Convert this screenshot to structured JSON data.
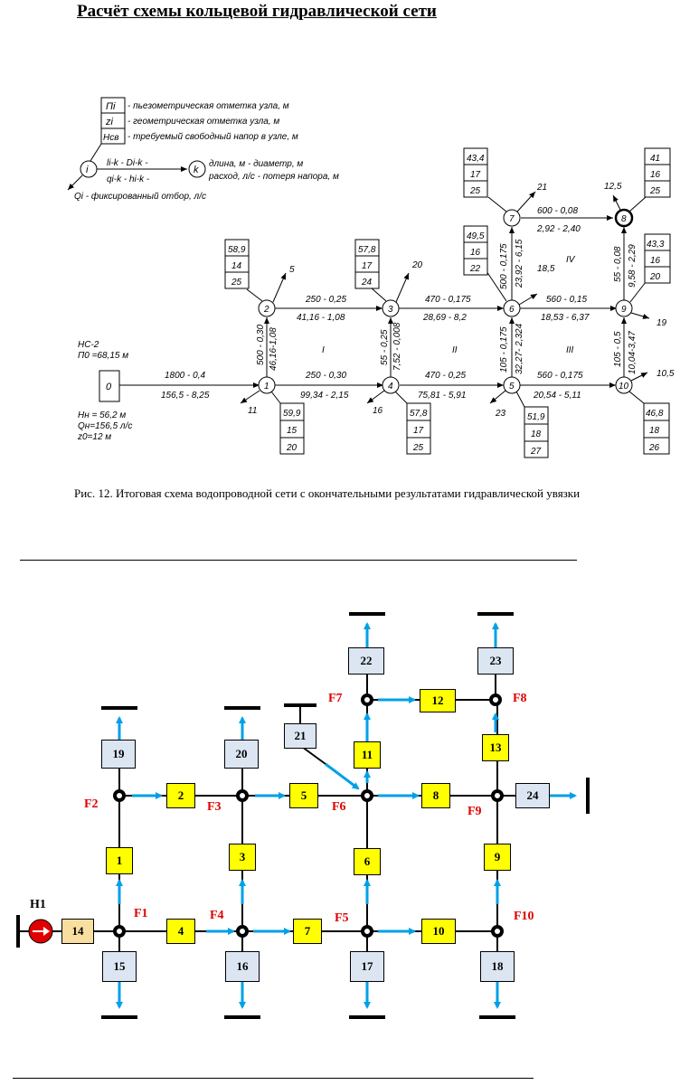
{
  "title": "Расчёт схемы кольцевой гидравлической  сети",
  "caption": "Рис. 12. Итоговая схема водопроводной сети с окончательными результатами гидравлической увязки",
  "legend": {
    "rows": [
      {
        "sym": "Пi",
        "text": "- пьезометрическая отметка узла, м"
      },
      {
        "sym": "zi",
        "text": "- геометрическая отметка узла, м"
      },
      {
        "sym": "Нсв",
        "text": "- требуемый свободный напор в узле, м"
      }
    ],
    "node_i": "i",
    "node_k": "k",
    "edge_top": "li-k - Di-k -",
    "edge_bottom": "qi-k - hi-k -",
    "desc_top": "длина, м - диаметр, м",
    "desc_bottom": "расход, л/с - потеря напора, м",
    "q_label": "Qi - фиксированный отбор, л/с"
  },
  "pump": {
    "name": "НС-2",
    "p0": "П0 =68,15 м",
    "node": "0",
    "hn": "Нн = 56,2 м",
    "qn": "Qн=156,5 л/с",
    "z0": "z0=12 м"
  },
  "nodes": [
    {
      "id": "1",
      "box": [
        "59,9",
        "15",
        "20"
      ],
      "draw": "11"
    },
    {
      "id": "2",
      "box": [
        "58,9",
        "14",
        "25"
      ],
      "draw": "5"
    },
    {
      "id": "3",
      "box": [
        "57,8",
        "17",
        "24"
      ],
      "draw": "20"
    },
    {
      "id": "4",
      "box": [
        "57,8",
        "17",
        "25"
      ],
      "draw": "16"
    },
    {
      "id": "5",
      "box": [
        "51,9",
        "18",
        "27"
      ],
      "draw": "23"
    },
    {
      "id": "6",
      "box": [
        "49,5",
        "16",
        "22"
      ],
      "draw": "18,5"
    },
    {
      "id": "7",
      "box": [
        "43,4",
        "17",
        "25"
      ],
      "draw": "21"
    },
    {
      "id": "8",
      "box": [
        "41",
        "16",
        "25"
      ],
      "draw": "12,5"
    },
    {
      "id": "9",
      "box": [
        "43,3",
        "16",
        "20"
      ],
      "draw": "19"
    },
    {
      "id": "10",
      "box": [
        "46,8",
        "18",
        "26"
      ],
      "draw": "10,5"
    }
  ],
  "pipes": {
    "p01_top": "1800 - 0,4",
    "p01_bot": "156,5 - 8,25",
    "p23_top": "250 - 0,25",
    "p23_bot": "41,16 - 1,08",
    "p14_top": "250 - 0,30",
    "p14_bot": "99,34 - 2,15",
    "p36_top": "470 - 0,175",
    "p36_bot": "28,69 - 8,2",
    "p45_top": "470 - 0,25",
    "p45_bot": "75,81 - 5,91",
    "p69_top": "560 - 0,15",
    "p69_bot": "18,53 - 6,37",
    "p510_top": "560 - 0,175",
    "p510_bot": "20,54 - 5,11",
    "p78_top": "600 - 0,08",
    "p78_bot": "2,92 - 2,40",
    "p12_a": "500 - 0,30",
    "p12_b": "46,16-1,08",
    "p34_a": "55 - 0,25",
    "p34_b": "7,52 - 0,008",
    "p56_a": "105 - 0,175",
    "p56_b": "32,27- 2,324",
    "p67_a": "500 - 0,175",
    "p67_b": "23,92 - 6,15",
    "p89_a": "55 - 0,08",
    "p89_b": "9,58 - 2,29",
    "p109_a": "105 - 0,5",
    "p109_b": "10,04-3,47"
  },
  "rings": [
    "I",
    "II",
    "III",
    "IV"
  ],
  "scheme": {
    "pump_label": "H1",
    "node_labels": [
      "F1",
      "F2",
      "F3",
      "F4",
      "F5",
      "F6",
      "F7",
      "F8",
      "F9",
      "F10"
    ],
    "yellow_boxes": [
      "1",
      "2",
      "3",
      "4",
      "5",
      "6",
      "7",
      "8",
      "9",
      "10",
      "11",
      "12",
      "13"
    ],
    "blue_boxes": [
      "15",
      "16",
      "17",
      "18",
      "19",
      "20",
      "21",
      "22",
      "23",
      "24"
    ],
    "pump_box": "14"
  },
  "colors": {
    "yellow": "#ffff00",
    "blue_box": "#dce6f2",
    "pump_box": "#f8dfa0",
    "arrow": "#00a0e6",
    "label": "#e00000",
    "pump": "#e00000"
  }
}
